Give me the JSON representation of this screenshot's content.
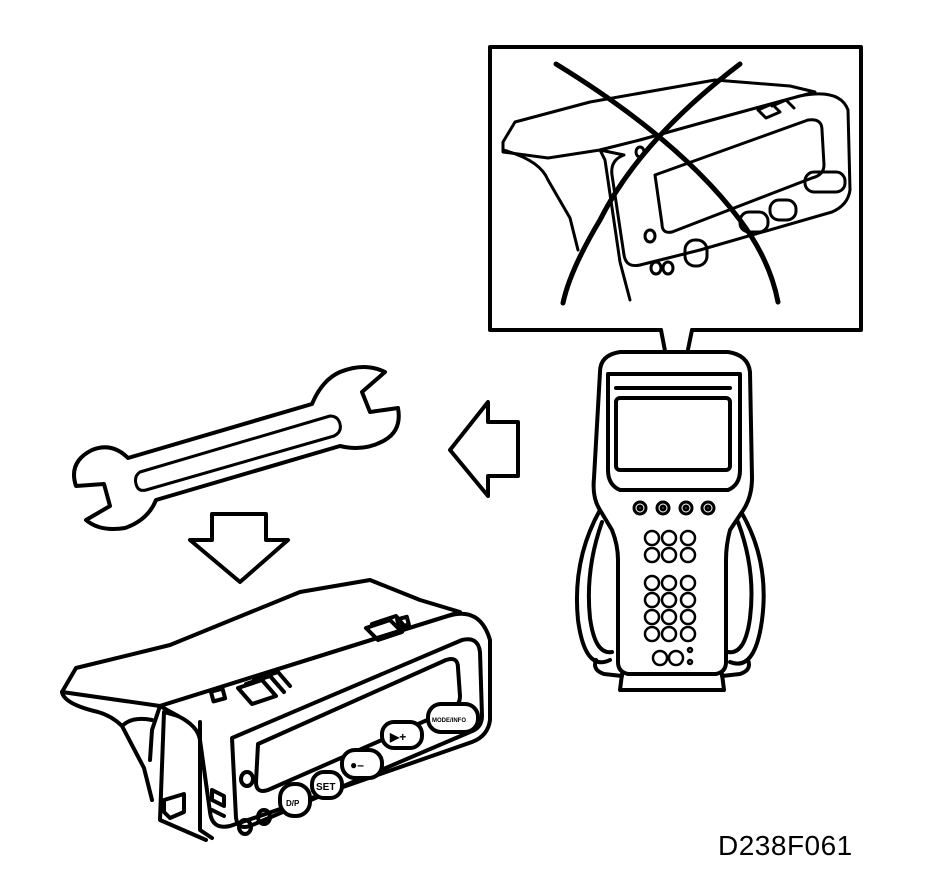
{
  "figure": {
    "reference_code": "D238F061",
    "unit_buttons": {
      "left": "D/P",
      "set": "SET",
      "minus": "●–",
      "plus": "▶+",
      "right": "MODE/INFO"
    }
  },
  "colors": {
    "line": "#000000",
    "background": "#ffffff"
  },
  "icons": [
    "wrench-icon",
    "arrow-left-icon",
    "arrow-down-icon",
    "cross-out-icon"
  ]
}
